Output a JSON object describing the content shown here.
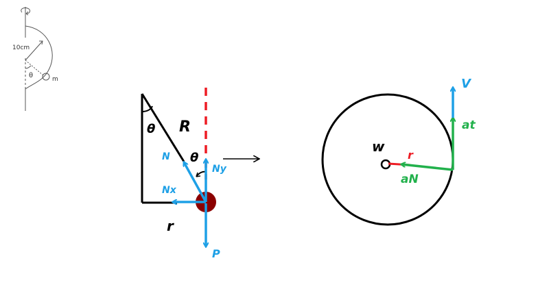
{
  "sketch": {
    "length_label": "10cm",
    "angle_label": "θ",
    "mass_label": "m"
  },
  "force_diagram": {
    "R_label": "R",
    "theta_top_label": "θ",
    "theta_label": "θ",
    "N_label": "N",
    "Nx_label": "Nx",
    "Ny_label": "Ny",
    "P_label": "P",
    "r_label": "r"
  },
  "circle_diagram": {
    "omega_label": "w",
    "r_label": "r",
    "v_label": "V",
    "at_label": "at",
    "an_label": "aN"
  },
  "colors": {
    "ink": "#000000",
    "force_blue": "#1ea0e6",
    "accel_green": "#22b14c",
    "axis_red": "#ed1c24",
    "ball": "#8b0000"
  }
}
